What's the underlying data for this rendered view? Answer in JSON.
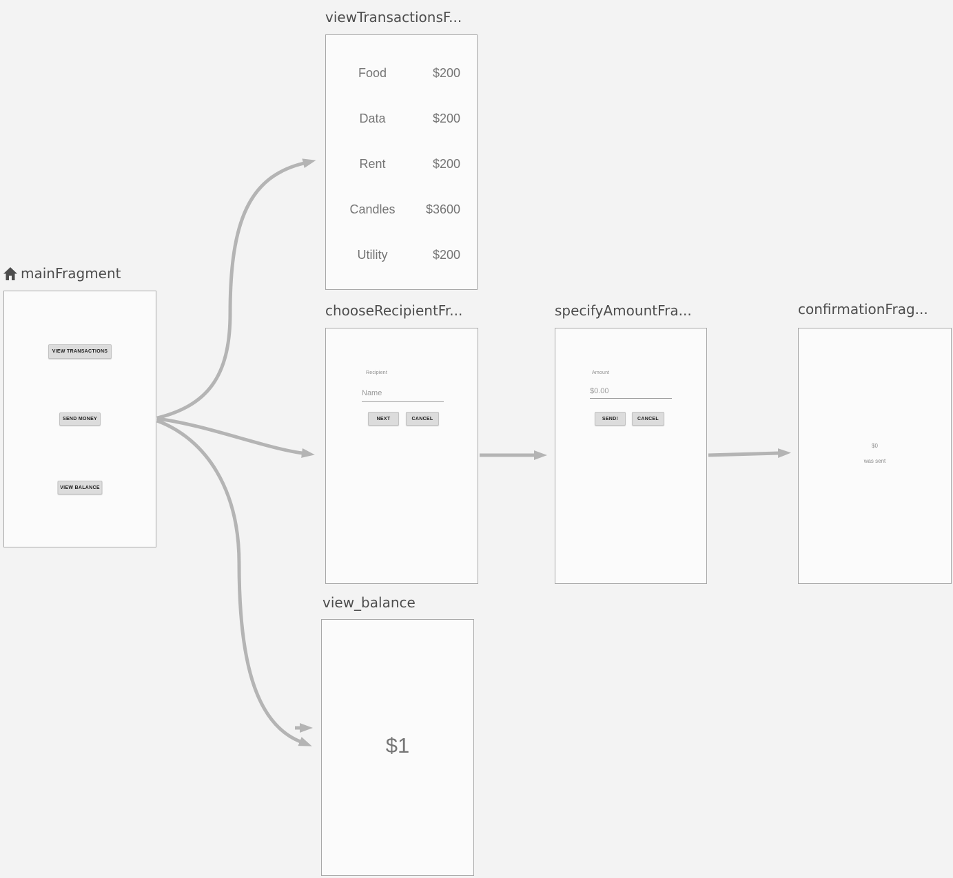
{
  "editor": {
    "background_color": "#f3f3f3",
    "card_fill": "#fbfbfb",
    "card_border": "#a8a8a8",
    "arrow_color": "#b4b4b4"
  },
  "fragments": {
    "main": {
      "title": "mainFragment",
      "is_start_destination": true,
      "buttons": {
        "view_transactions": "VIEW TRANSACTIONS",
        "send_money": "SEND MONEY",
        "view_balance": "VIEW BALANCE"
      }
    },
    "view_transactions": {
      "title": "viewTransactionsF...",
      "items": [
        {
          "name": "Food",
          "amount": "$200"
        },
        {
          "name": "Data",
          "amount": "$200"
        },
        {
          "name": "Rent",
          "amount": "$200"
        },
        {
          "name": "Candles",
          "amount": "$3600"
        },
        {
          "name": "Utility",
          "amount": "$200"
        }
      ]
    },
    "choose_recipient": {
      "title": "chooseRecipientFr...",
      "field_label": "Recipient",
      "input_placeholder": "Name",
      "next_button": "NEXT",
      "cancel_button": "CANCEL"
    },
    "specify_amount": {
      "title": "specifyAmountFra...",
      "field_label": "Amount",
      "input_placeholder": "$0.00",
      "send_button": "SEND!",
      "cancel_button": "CANCEL"
    },
    "confirmation": {
      "title": "confirmationFrag...",
      "amount": "$0",
      "message": "was sent"
    },
    "view_balance": {
      "title": "view_balance",
      "balance": "$1"
    }
  }
}
